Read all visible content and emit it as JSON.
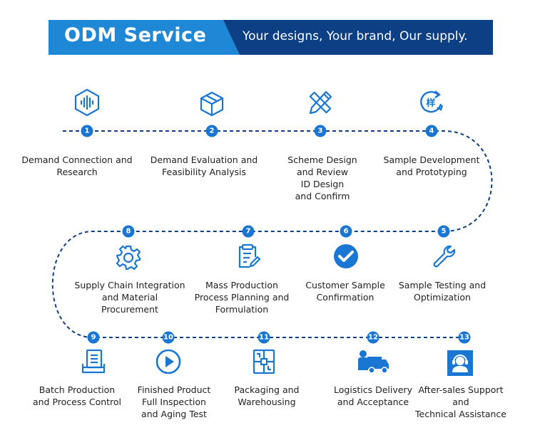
{
  "header": {
    "title": "ODM Service",
    "tagline": "Your designs, Your brand, Our supply."
  },
  "colors": {
    "accent": "#1976d2",
    "banner_light": "#1e88d6",
    "banner_dark": "#0d3f85",
    "line": "#0d3f85"
  },
  "steps": [
    {
      "number": "1",
      "lines": [
        "Demand Connection and",
        "Research"
      ],
      "icon": "sound-wave-hexagon-icon"
    },
    {
      "number": "2",
      "lines": [
        "Demand Evaluation and",
        "Feasibility Analysis"
      ],
      "icon": "cube-icon"
    },
    {
      "number": "3",
      "lines": [
        "Scheme Design",
        "and Review",
        "ID Design",
        "and Confirm"
      ],
      "icon": "ruler-pencil-icon"
    },
    {
      "number": "4",
      "lines": [
        "Sample Development",
        "and Prototyping"
      ],
      "icon": "sample-refresh-icon",
      "icon_glyph": "样"
    },
    {
      "number": "5",
      "lines": [
        "Sample Testing and",
        "Optimization"
      ],
      "icon": "wrench-icon"
    },
    {
      "number": "6",
      "lines": [
        "Customer Sample",
        "Confirmation"
      ],
      "icon": "check-circle-icon"
    },
    {
      "number": "7",
      "lines": [
        "Mass Production",
        "Process Planning and",
        "Formulation"
      ],
      "icon": "clipboard-edit-icon"
    },
    {
      "number": "8",
      "lines": [
        "Supply Chain Integration",
        "and Material",
        "Procurement"
      ],
      "icon": "gear-icon"
    },
    {
      "number": "9",
      "lines": [
        "Batch Production",
        "and Process Control"
      ],
      "icon": "document-tray-icon"
    },
    {
      "number": "10",
      "lines": [
        "Finished Product",
        "Full Inspection",
        "and Aging Test"
      ],
      "icon": "play-circle-icon"
    },
    {
      "number": "11",
      "lines": [
        "Packaging and",
        "Warehousing"
      ],
      "icon": "package-box-icon"
    },
    {
      "number": "12",
      "lines": [
        "Logistics Delivery",
        "and Acceptance"
      ],
      "icon": "delivery-truck-icon"
    },
    {
      "number": "13",
      "lines": [
        "After-sales Support",
        "and",
        "Technical Assistance"
      ],
      "icon": "customer-support-icon"
    }
  ]
}
